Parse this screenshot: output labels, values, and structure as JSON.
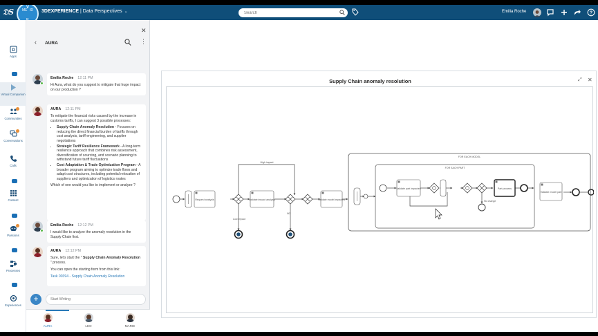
{
  "topbar": {
    "brand_bold": "3DEXPERIENCE",
    "brand_rest": " | Data Perspectives",
    "search_placeholder": "Search",
    "user_name": "Emilia Roche",
    "compass_quadrants": [
      "ME",
      "ID",
      "V",
      "R"
    ]
  },
  "rail": {
    "items": [
      {
        "label": "Apps",
        "icon": "apps-icon"
      },
      {
        "label": "Virtual Companion",
        "icon": "companion-icon"
      },
      {
        "label": "Communities",
        "icon": "communities-icon"
      },
      {
        "label": "Conversations",
        "icon": "conversations-icon"
      },
      {
        "label": "Calls",
        "icon": "phone-icon"
      },
      {
        "label": "Content",
        "icon": "grid-icon"
      },
      {
        "label": "Passions",
        "icon": "passions-icon"
      },
      {
        "label": "Processes",
        "icon": "processes-icon"
      },
      {
        "label": "Experiences",
        "icon": "experiences-icon"
      }
    ]
  },
  "chat": {
    "title": "AURA",
    "messages": [
      {
        "author": "Emilia Roche",
        "time": "12:11 PM",
        "text": "Hi Aura, what do you suggest to mitigate that huge impact on our production ?"
      },
      {
        "author": "AURA",
        "time": "12:11 PM",
        "intro": "To mitigate the financial risks caused by the increase in customs tariffs, I can suggest 3 possible processes:",
        "bullets": [
          {
            "bold": "Supply Chain Anomaly Resolution",
            "rest": " - Focuses on reducing the direct financial burden of tariffs through cost analysis, tariff engineering, and supplier negotiations"
          },
          {
            "bold": "Strategic Tariff Resilience Framework",
            "rest": " - A long-term resilience approach that combines risk assessment, diversification of sourcing, and scenario planning to withstand future tariff fluctuations"
          },
          {
            "bold": "Cost Adaptation & Trade Optimization Program",
            "rest": " - A broader program aiming to optimize trade flows and adapt cost structures, including potential relocation of suppliers and optimization of logistics routes"
          }
        ],
        "outro": "Which of one would you like to implement or analyze ?"
      },
      {
        "author": "Emilia Roche",
        "time": "12:12 PM",
        "text": "I would like to analyze the anomaly resolution in the Supply Chain first."
      },
      {
        "author": "AURA",
        "time": "12:12 PM",
        "text_pre": "Sure, let's start the \"",
        "text_bold": " Supply Chain Anomaly Resolution ",
        "text_post": "\" process.",
        "text2": "You can open the starting form from this link:",
        "link": "Task 00394 - Supply Chain Anomaly Resolution"
      }
    ],
    "compose_placeholder": "Start Writing",
    "agents": [
      {
        "label": "AURA",
        "active": true
      },
      {
        "label": "LEO",
        "active": false
      },
      {
        "label": "MARIE",
        "active": false
      }
    ]
  },
  "diagram": {
    "title": "Supply Chain anomaly resolution",
    "outer_group_label": "FOR EACH MODEL",
    "inner_group_label": "FOR EACH PART",
    "tasks": [
      "Request analysis",
      "Validate impact analysis",
      "Validate model impacted",
      "Validate part impacted",
      "Part process",
      "Validate model part"
    ],
    "edge_labels": [
      "High impact",
      "Low impact",
      "NO",
      "No change"
    ]
  },
  "colors": {
    "topbar": "#0f4e79",
    "accent": "#2a7ab8",
    "online": "#57b847"
  }
}
